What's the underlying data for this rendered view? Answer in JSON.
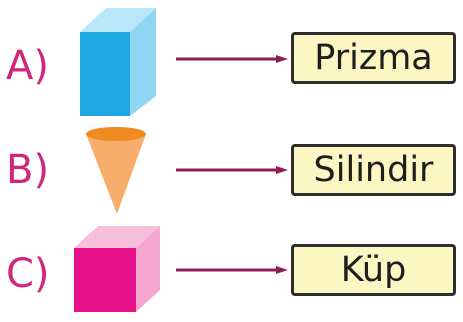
{
  "rows": [
    {
      "label": "A)",
      "shape": "rectangular-prism",
      "answer": "Prizma"
    },
    {
      "label": "B)",
      "shape": "cone",
      "answer": "Silindir"
    },
    {
      "label": "C)",
      "shape": "cube",
      "answer": "Küp"
    }
  ],
  "colors": {
    "label": "#d0267c",
    "connector": "#8e1f55",
    "box_fill": "#fbf6c2",
    "box_border": "#2d2d2d",
    "prism_front": "#1ea7e1",
    "prism_side": "#8fd6f3",
    "prism_top": "#b9e6f8",
    "cone_body": "#f6ae6a",
    "cone_rim": "#ef8a1e",
    "cube_front": "#e8128a",
    "cube_side": "#f5a6cf",
    "cube_top": "#f8bfdd"
  }
}
